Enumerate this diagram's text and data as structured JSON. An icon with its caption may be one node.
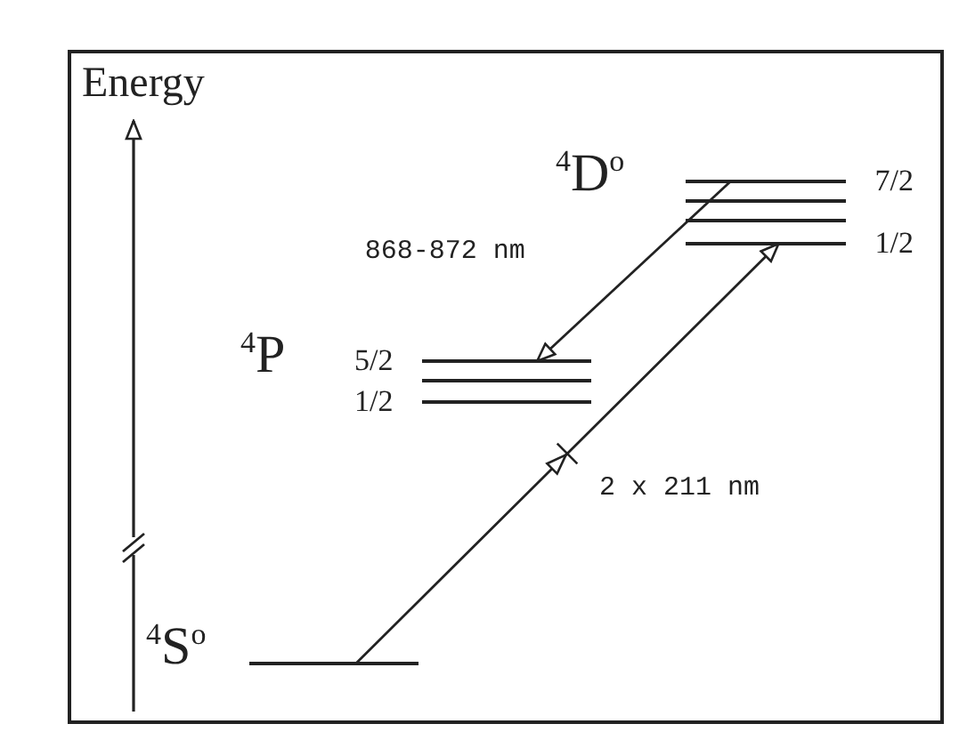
{
  "diagram": {
    "nodes": [
      {
        "text": [
          "$^{4}$D$^{o}$"
        ]
      },
      {
        "text": [
          "7/2"
        ],
        "in": 0
      },
      {
        "text": [],
        "shape": "bar",
        "in": 0
      },
      {
        "text": [],
        "shape": "bar",
        "in": 0
      },
      {
        "text": [
          "1/2"
        ],
        "in": 0
      },
      {
        "text": [
          "$^{4}$P"
        ]
      },
      {
        "text": [
          "5/2"
        ],
        "in": 5
      },
      {
        "text": [],
        "shape": "bar",
        "in": 5
      },
      {
        "text": [
          "1/2"
        ],
        "in": 5
      },
      {
        "text": [
          "$^{4}$S$^{o}$"
        ]
      }
    ],
    "edges": [
      {
        "from": 1,
        "to": 6,
        "arrow": "to",
        "label": "868-872 nm"
      },
      {
        "from": 9,
        "to": 4,
        "arrow": "to",
        "label": "2 x 211 nm"
      }
    ],
    "labels": [
      "Energy"
    ]
  }
}
